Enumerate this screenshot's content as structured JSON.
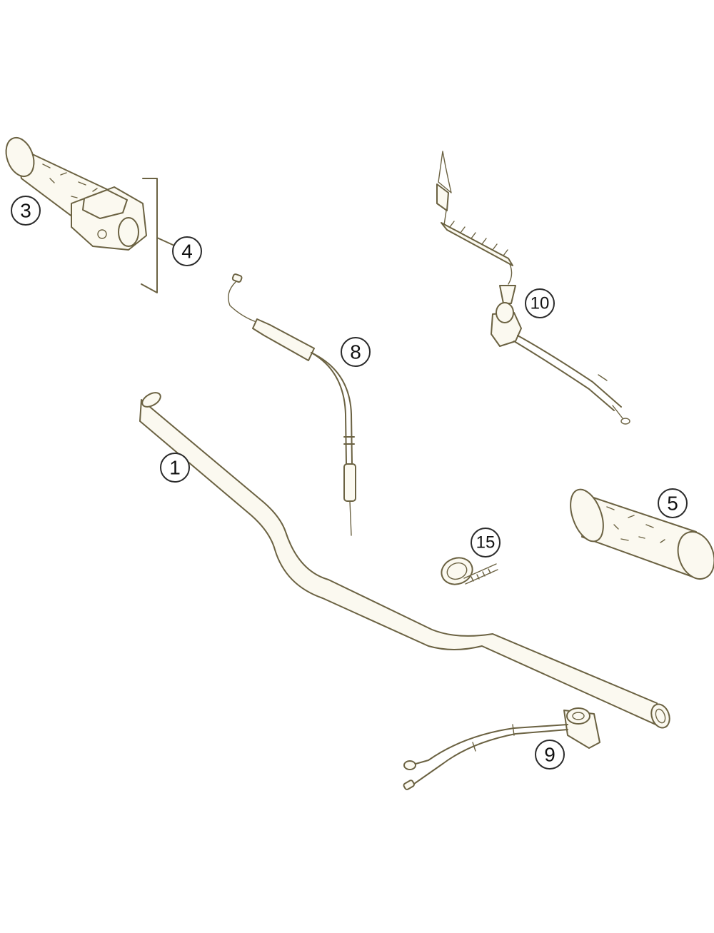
{
  "diagram": {
    "callouts": [
      {
        "id": "c1",
        "label": "1"
      },
      {
        "id": "c3",
        "label": "3"
      },
      {
        "id": "c4",
        "label": "4"
      },
      {
        "id": "c5",
        "label": "5"
      },
      {
        "id": "c8",
        "label": "8"
      },
      {
        "id": "c9",
        "label": "9"
      },
      {
        "id": "c10",
        "label": "10"
      },
      {
        "id": "c15",
        "label": "15"
      }
    ]
  }
}
